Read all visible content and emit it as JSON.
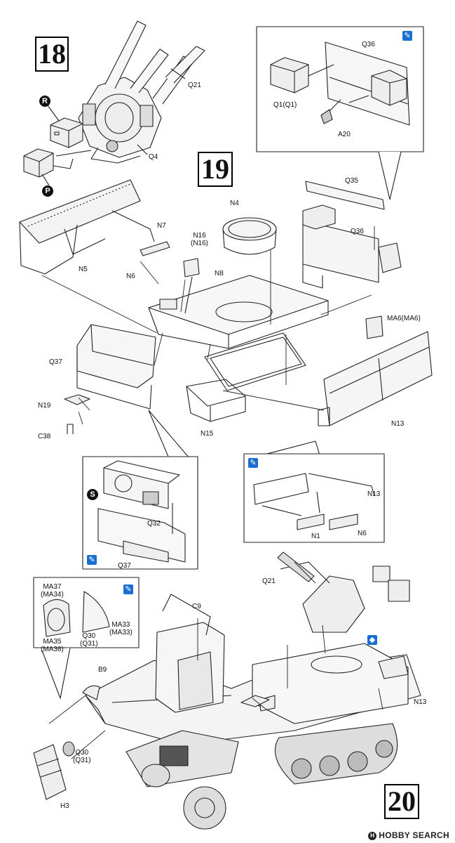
{
  "steps": {
    "s18": "18",
    "s19": "19",
    "s20": "20"
  },
  "badges": {
    "r": "R",
    "p": "P",
    "s": "S"
  },
  "labels": {
    "q21_top": "Q21",
    "q4": "Q4",
    "q36_inset": "Q36",
    "q1": "Q1(Q1)",
    "a20": "A20",
    "q35": "Q35",
    "n4": "N4",
    "n7": "N7",
    "n16": "N16\n(N16)",
    "n5": "N5",
    "n6": "N6",
    "n8": "N8",
    "q36": "Q36",
    "ma6": "MA6(MA6)",
    "q37": "Q37",
    "n19": "N19",
    "c38": "C38",
    "n15": "N15",
    "n13": "N13",
    "q32": "Q32",
    "q37_inset": "Q37",
    "n13_inset": "N13",
    "n1_inset": "N1",
    "n6_inset": "N6",
    "ma37": "MA37\n(MA34)",
    "ma35": "MA35\n(MA36)",
    "q30_inset": "Q30\n(Q31)",
    "ma33": "MA33\n(MA33)",
    "c9": "C9",
    "q21_bottom": "Q21",
    "b9": "B9",
    "q30": "Q30\n(Q31)",
    "h3": "H3",
    "n13_bottom": "N13"
  },
  "watermark": {
    "mark": "H",
    "text": "HOBBY SEARCH"
  },
  "icons": [
    "note-pencil-icon",
    "decal-icon"
  ]
}
